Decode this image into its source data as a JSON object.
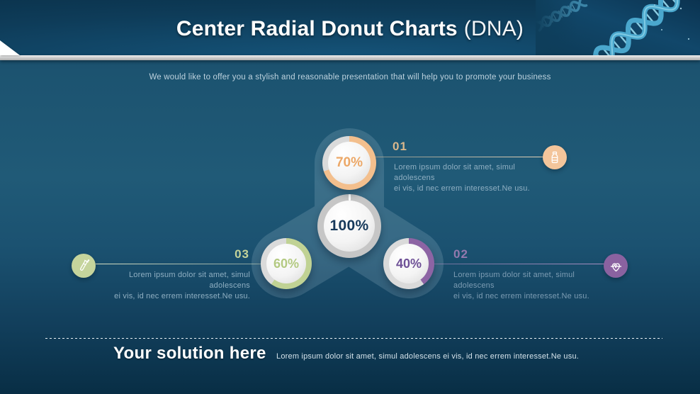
{
  "slide": {
    "title_bold": "Center Radial Donut Charts",
    "title_light": "(DNA)",
    "subtitle": "We would like to offer you a stylish and reasonable presentation that will help you to promote your business"
  },
  "chart_data": {
    "type": "pie",
    "title": "Center Radial Donut Charts (DNA)",
    "subtype": "radial-donut-infographic",
    "legend_position": "none",
    "donuts": [
      {
        "position": "center",
        "label": "100%",
        "value": 100,
        "ring_color": "#c6c6c6",
        "remainder_color": "#c6c6c6",
        "text_color": "#16395b"
      },
      {
        "position": "top",
        "label": "70%",
        "value": 70,
        "ring_color": "#f3bf8d",
        "remainder_color": "#dadada",
        "text_color": "#eca868",
        "section": "01"
      },
      {
        "position": "bottom-left",
        "label": "60%",
        "value": 60,
        "ring_color": "#c0d294",
        "remainder_color": "#dadada",
        "text_color": "#b3c981",
        "section": "03"
      },
      {
        "position": "bottom-right",
        "label": "40%",
        "value": 40,
        "ring_color": "#8d64a4",
        "remainder_color": "#dadada",
        "text_color": "#6e5096",
        "section": "02"
      }
    ]
  },
  "sections": [
    {
      "number": "01",
      "accent": "#d9b78c",
      "icon": "medicine-bottle-icon",
      "line1": "Lorem ipsum dolor sit amet, simul adolescens",
      "line2": "ei vis, id nec errem interesset.Ne usu."
    },
    {
      "number": "02",
      "accent": "#9379ae",
      "icon": "heart-pulse-icon",
      "line1": "Lorem ipsum dolor sit amet, simul adolescens",
      "line2": "ei vis, id nec errem interesset.Ne usu."
    },
    {
      "number": "03",
      "accent": "#c4d39a",
      "icon": "test-tube-icon",
      "line1": "Lorem ipsum dolor sit amet, simul adolescens",
      "line2": "ei vis, id nec errem interesset.Ne usu."
    }
  ],
  "footer": {
    "heading": "Your solution here",
    "text": "Lorem ipsum dolor sit amet, simul adolescens ei vis, id nec errem interesset.Ne usu."
  }
}
